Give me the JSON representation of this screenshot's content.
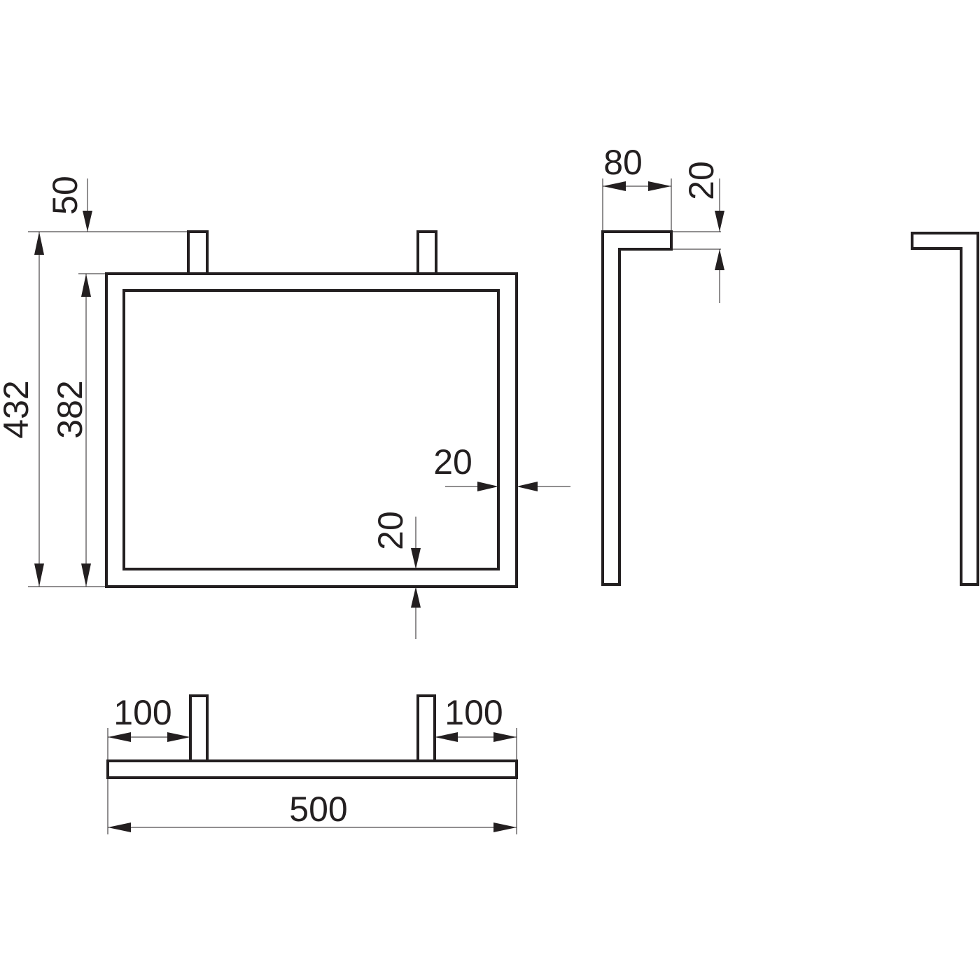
{
  "dimensions": {
    "overall_height": "432",
    "frame_height": "382",
    "bracket_offset": "50",
    "frame_side_thickness": "20",
    "frame_bottom_thickness": "20",
    "bracket_depth": "80",
    "bracket_thickness": "20",
    "post_offset_left": "100",
    "post_offset_right": "100",
    "overall_width": "500"
  },
  "colors": {
    "line": "#231f20",
    "background": "#ffffff"
  }
}
